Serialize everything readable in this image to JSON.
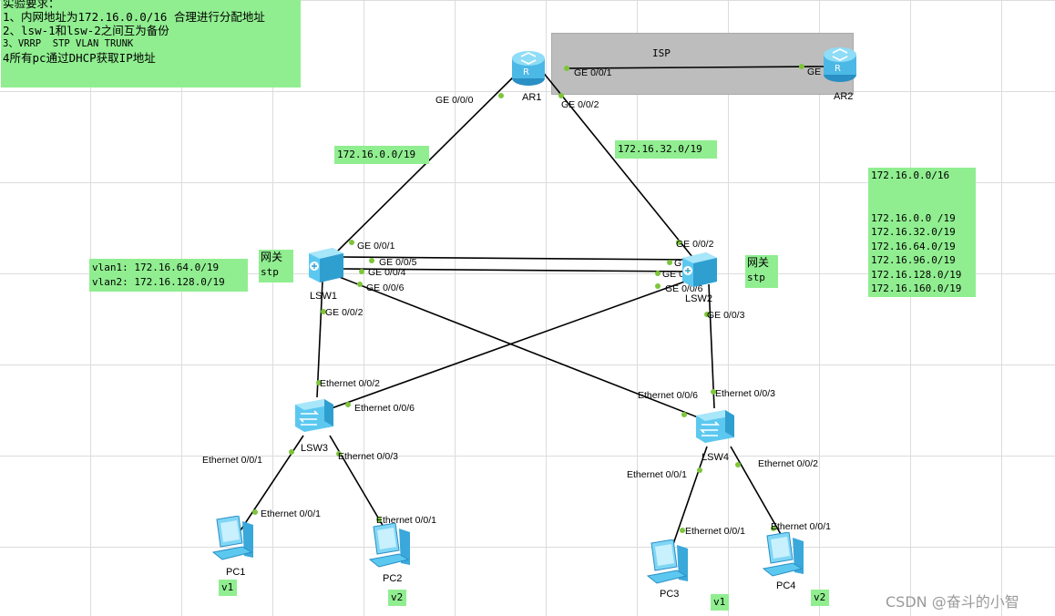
{
  "requirements": {
    "lines": [
      "实验要求：",
      "1、内网地址为172.16.0.0/16 合理进行分配地址",
      "2、lsw-1和lsw-2之间互为备份",
      "3、VRRP  STP VLAN TRUNK",
      "4所有pc通过DHCP获取IP地址"
    ]
  },
  "isp": {
    "label": "ISP"
  },
  "devices": {
    "ar1": "AR1",
    "ar2": "AR2",
    "lsw1": "LSW1",
    "lsw2": "LSW2",
    "lsw3": "LSW3",
    "lsw4": "LSW4",
    "pc1": "PC1",
    "pc2": "PC2",
    "pc3": "PC3",
    "pc4": "PC4"
  },
  "ports": {
    "ar1_g001": "GE 0/0/1",
    "ar2_g000": "GE 0/0/0",
    "ar1_g000": "GE 0/0/0",
    "ar1_g002": "GE 0/0/2",
    "lsw1_g001": "GE 0/0/1",
    "lsw1_g005": "GE 0/0/5",
    "lsw1_g004": "GE 0/0/4",
    "lsw1_g006": "GE 0/0/6",
    "lsw1_g002": "GE 0/0/2",
    "lsw2_g002": "GE 0/0/2",
    "lsw2_g005": "GE 0/0/5",
    "lsw2_g004": "GE 0/0/4",
    "lsw2_g006": "GE 0/0/6",
    "lsw2_g003": "GE 0/0/3",
    "lsw3_e002": "Ethernet 0/0/2",
    "lsw3_e006": "Ethernet 0/0/6",
    "lsw3_e001": "Ethernet 0/0/1",
    "lsw3_e003": "Ethernet 0/0/3",
    "lsw4_e006": "Ethernet 0/0/6",
    "lsw4_e003": "Ethernet 0/0/3",
    "lsw4_e001": "Ethernet 0/0/1",
    "lsw4_e002": "Ethernet 0/0/2",
    "pc1_e001": "Ethernet 0/0/1",
    "pc2_e001": "Ethernet 0/0/1",
    "pc3_e001": "Ethernet 0/0/1",
    "pc4_e001": "Ethernet 0/0/1"
  },
  "subnets": {
    "left": "172.16.0.0/19",
    "right": "172.16.32.0/19"
  },
  "gateway_lsw1": {
    "title": "网关",
    "sub": "stp"
  },
  "gateway_lsw2": {
    "title": "网关",
    "sub": "stp"
  },
  "vlans": {
    "vlan1": "vlan1: 172.16.64.0/19",
    "vlan2": "vlan2: 172.16.128.0/19"
  },
  "address_plan": {
    "total": "172.16.0.0/16",
    "blocks": [
      "172.16.0.0 /19",
      "172.16.32.0/19",
      "172.16.64.0/19",
      "172.16.96.0/19",
      "172.16.128.0/19",
      "172.16.160.0/19"
    ]
  },
  "pc_vlans": {
    "pc1": "v1",
    "pc2": "v2",
    "pc3": "v1",
    "pc4": "v2"
  },
  "watermark": "CSDN @奋斗的小智",
  "colors": {
    "note_bg": "#90ee90",
    "isp_bg": "#bdbdbd",
    "port_dot": "#7dc53a",
    "device_blue": "#5cc8f0",
    "link": "#000000"
  },
  "icons": {
    "router": "router-icon",
    "switch_core": "core-switch-icon",
    "switch_access": "access-switch-icon",
    "pc": "pc-icon"
  }
}
